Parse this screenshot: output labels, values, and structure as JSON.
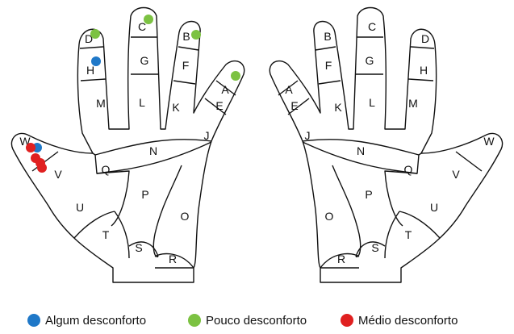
{
  "legend": [
    {
      "label": "Algum desconforto",
      "color": "#1f78c8"
    },
    {
      "label": "Pouco desconforto",
      "color": "#7cc242"
    },
    {
      "label": "Médio desconforto",
      "color": "#e02020"
    }
  ],
  "left_hand": {
    "labels": [
      "A",
      "B",
      "C",
      "D",
      "E",
      "F",
      "G",
      "H",
      "J",
      "K",
      "L",
      "M",
      "N",
      "O",
      "P",
      "Q",
      "R",
      "S",
      "T",
      "U",
      "V",
      "W"
    ],
    "marks": [
      {
        "region": "C",
        "level": "Pouco desconforto"
      },
      {
        "region": "D",
        "level": "Pouco desconforto"
      },
      {
        "region": "B",
        "level": "Pouco desconforto"
      },
      {
        "region": "A",
        "level": "Pouco desconforto"
      },
      {
        "region": "H",
        "level": "Algum desconforto"
      },
      {
        "region": "W",
        "level": "Algum desconforto"
      },
      {
        "region": "W",
        "level": "Médio desconforto"
      },
      {
        "region": "W",
        "level": "Médio desconforto"
      },
      {
        "region": "W",
        "level": "Médio desconforto"
      },
      {
        "region": "V",
        "level": "Médio desconforto"
      }
    ]
  },
  "right_hand": {
    "labels": [
      "A",
      "B",
      "C",
      "D",
      "E",
      "F",
      "G",
      "H",
      "J",
      "K",
      "L",
      "M",
      "N",
      "O",
      "P",
      "Q",
      "R",
      "S",
      "T",
      "U",
      "V",
      "W"
    ]
  }
}
